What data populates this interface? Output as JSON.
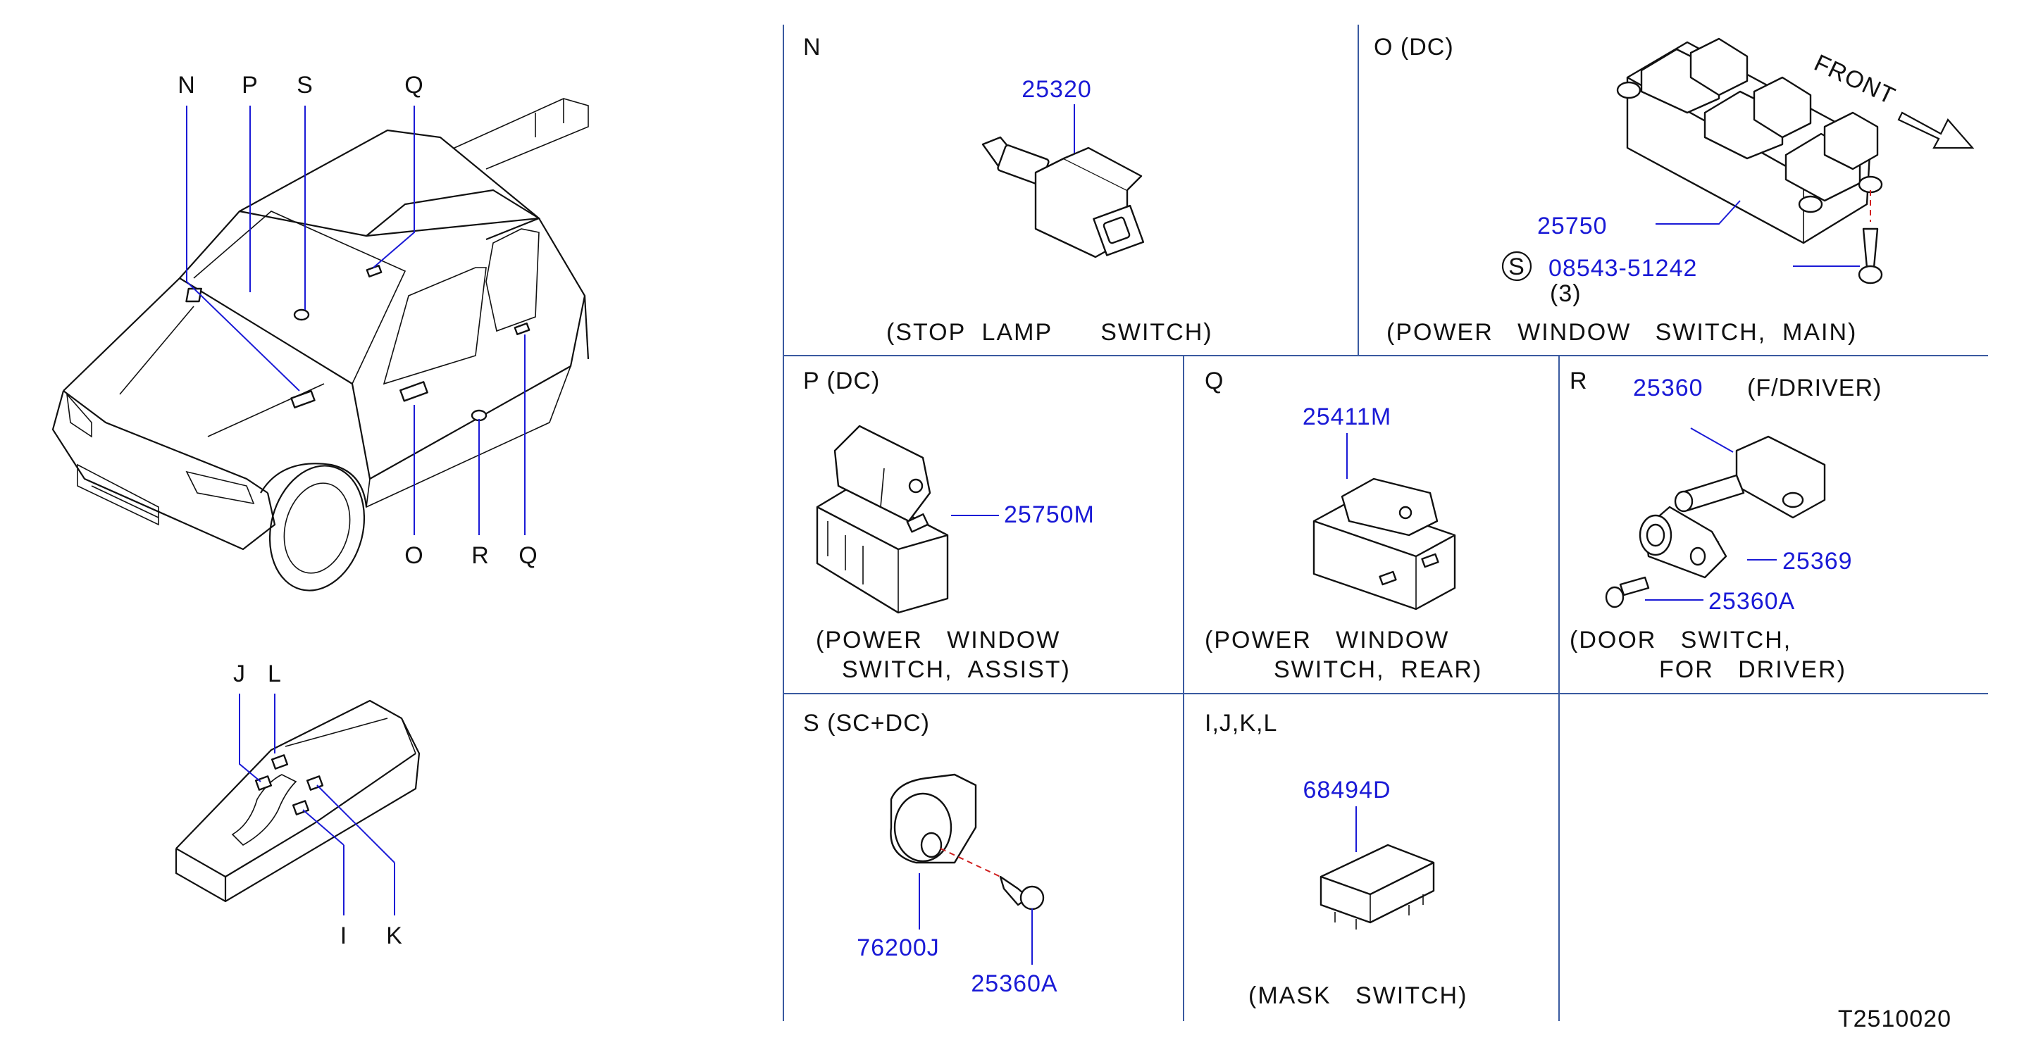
{
  "car_letters": {
    "N": "N",
    "P": "P",
    "S": "S",
    "Q": "Q",
    "O": "O",
    "R": "R",
    "Q2": "Q"
  },
  "console_letters": {
    "J": "J",
    "L": "L",
    "I": "I",
    "K": "K"
  },
  "sections": {
    "N": {
      "title": "N",
      "part": "25320",
      "caption": "(STOP  LAMP      SWITCH)"
    },
    "O": {
      "title": "O  (DC)",
      "part": "25750",
      "screw": "08543-51242",
      "screw_symbol": "S",
      "qty": "(3)",
      "front": "FRONT",
      "caption": "(POWER   WINDOW   SWITCH,  MAIN)"
    },
    "P": {
      "title": "P  (DC)",
      "part": "25750M",
      "caption1": "(POWER   WINDOW",
      "caption2": "SWITCH,  ASSIST)"
    },
    "Q": {
      "title": "Q",
      "part": "25411M",
      "caption1": "(POWER   WINDOW",
      "caption2": "SWITCH,  REAR)"
    },
    "R": {
      "title": "R",
      "part1": "25360",
      "note": "(F/DRIVER)",
      "part2": "25369",
      "part3": "25360A",
      "caption1": "(DOOR   SWITCH,",
      "caption2": "FOR   DRIVER)"
    },
    "S": {
      "title": "S  (SC+DC)",
      "part1": "76200J",
      "part2": "25360A"
    },
    "IJKL": {
      "title": "I,J,K,L",
      "part": "68494D",
      "caption": "(MASK   SWITCH)"
    }
  },
  "drawing_id": "T2510020"
}
